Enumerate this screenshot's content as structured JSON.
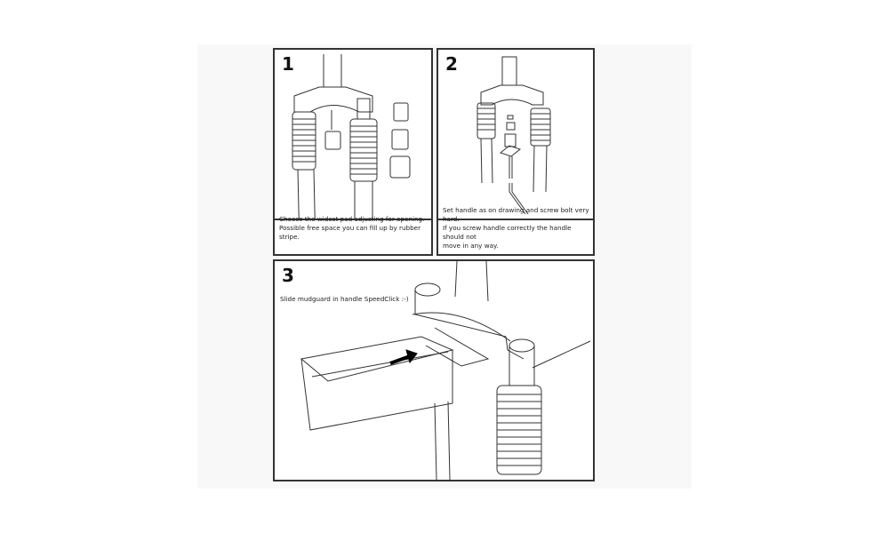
{
  "steps": [
    {
      "number": "1",
      "caption": "Choose the widest pad adjusting for opening.\nPossible free space you can fill up by rubber stripe."
    },
    {
      "number": "2",
      "caption": "Set handle as on drawing and screw bolt very hard.\nIf you screw handle correctly the handle should not\nmove in any way."
    },
    {
      "number": "3",
      "caption": "Slide mudguard in handle SpeedClick :-)"
    }
  ]
}
